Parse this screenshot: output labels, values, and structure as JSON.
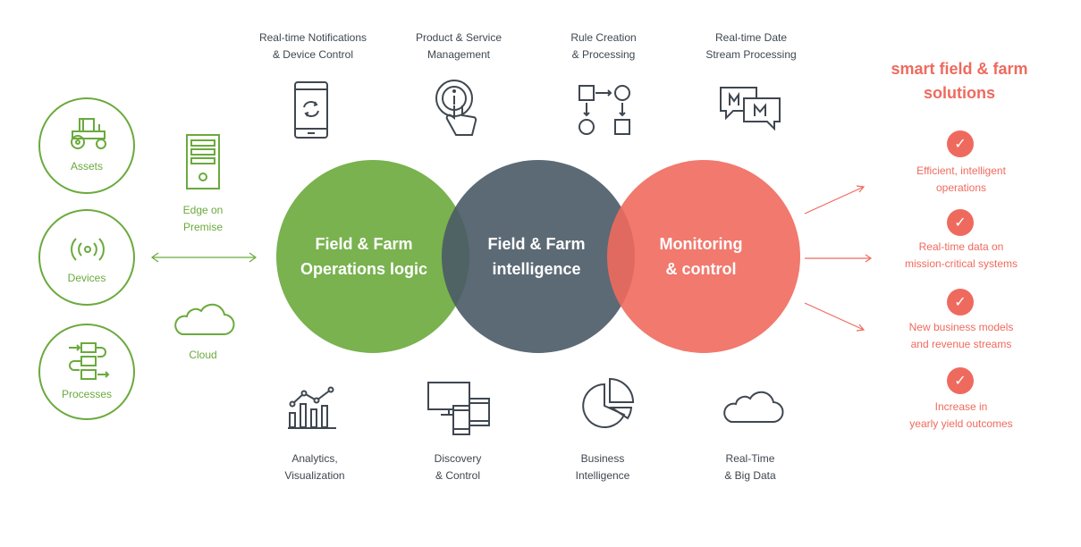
{
  "left_items": [
    {
      "label": "Assets",
      "icon": "tractor-icon"
    },
    {
      "label": "Devices",
      "icon": "signal-device-icon"
    },
    {
      "label": "Processes",
      "icon": "process-flow-icon"
    }
  ],
  "edge": {
    "line1": "Edge on",
    "line2": "Premise",
    "icon": "server-icon"
  },
  "cloud": {
    "label": "Cloud",
    "icon": "cloud-icon"
  },
  "top_items": [
    {
      "line1": "Real-time Notifications",
      "line2": "& Device Control",
      "icon": "smartphone-icon"
    },
    {
      "line1": "Product & Service",
      "line2": "Management",
      "icon": "touch-info-icon"
    },
    {
      "line1": "Rule Creation",
      "line2": "& Processing",
      "icon": "rule-flow-icon"
    },
    {
      "line1": "Real-time Date",
      "line2": "Stream Processing",
      "icon": "message-bubbles-icon"
    }
  ],
  "venn": {
    "left": {
      "line1": "Field & Farm",
      "line2": "Operations logic",
      "color": "#6aaa3c"
    },
    "middle": {
      "line1": "Field & Farm",
      "line2": "intelligence",
      "color": "#4a5a66"
    },
    "right": {
      "line1": "Monitoring",
      "line2": "& control",
      "color": "#ef6a5e"
    }
  },
  "bottom_items": [
    {
      "line1": "Analytics,",
      "line2": "Visualization",
      "icon": "analytics-chart-icon"
    },
    {
      "line1": "Discovery",
      "line2": "& Control",
      "icon": "devices-icon"
    },
    {
      "line1": "Business",
      "line2": "Intelligence",
      "icon": "pie-chart-icon"
    },
    {
      "line1": "Real-Time",
      "line2": "& Big Data",
      "icon": "cloud-outline-icon"
    }
  ],
  "solutions": {
    "title_line1": "smart field & farm",
    "title_line2": "solutions",
    "items": [
      {
        "line1": "Efficient, intelligent",
        "line2": "operations"
      },
      {
        "line1": "Real-time data on",
        "line2": "mission-critical systems"
      },
      {
        "line1": "New business models",
        "line2": "and revenue streams"
      },
      {
        "line1": "Increase in",
        "line2": "yearly yield outcomes"
      }
    ],
    "check_glyph": "✓"
  },
  "colors": {
    "green": "#6aaa3c",
    "slate": "#4a5a66",
    "coral": "#ef6a5e",
    "icon_gray": "#3f4750"
  }
}
